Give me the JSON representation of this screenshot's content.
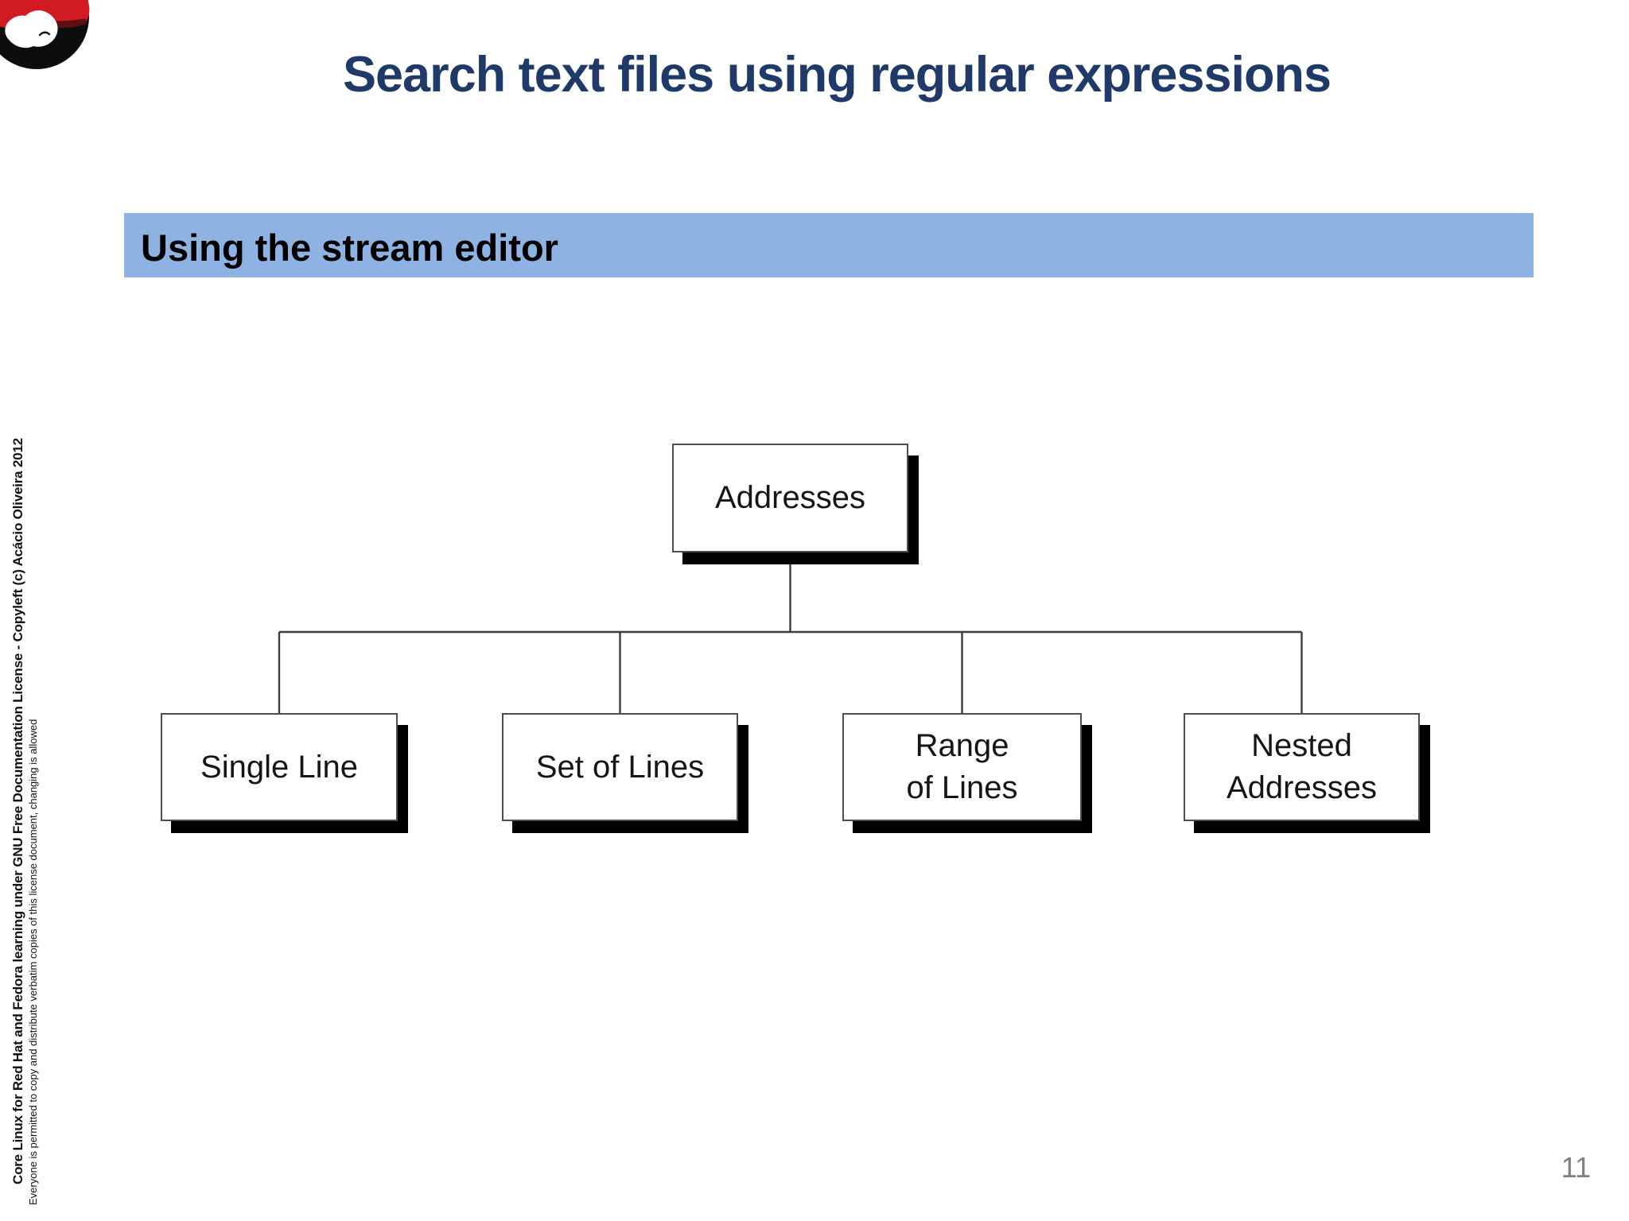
{
  "slide": {
    "title": "Search text files using regular expressions",
    "section_header": "Using the stream editor",
    "page_number": "11",
    "colors": {
      "title": "#1f3a68",
      "banner_bg": "#8eb2e2",
      "banner_text": "#000000",
      "line": "#3d3d3d",
      "node_border": "#4d4d4d",
      "node_text": "#161616",
      "shadow": "#000000",
      "page_number": "#808080",
      "hat_red": "#d11a21",
      "hat_dark": "#5f0e12"
    }
  },
  "diagram": {
    "type": "tree",
    "root": {
      "id": "addresses",
      "label": "Addresses"
    },
    "children": [
      {
        "id": "single-line",
        "lines": [
          "Single Line"
        ]
      },
      {
        "id": "set-of-lines",
        "lines": [
          "Set of Lines"
        ]
      },
      {
        "id": "range-of-lines",
        "lines": [
          "Range",
          "of Lines"
        ]
      },
      {
        "id": "nested-addresses",
        "lines": [
          "Nested",
          "Addresses"
        ]
      }
    ]
  },
  "sidebar": {
    "line1": "Core Linux for Red Hat and Fedora learning under GNU Free Documentation License  - Copyleft (c) Acácio Oliveira 2012",
    "line2": "Everyone is permitted to copy and distribute verbatim copies of this license document, changing is allowed"
  },
  "logo": {
    "name": "red-hat-shadowman-logo"
  }
}
